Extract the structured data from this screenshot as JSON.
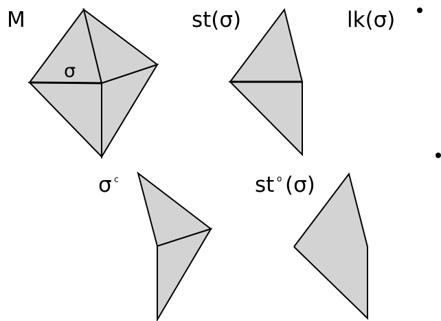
{
  "labels": {
    "M": "M",
    "sigma": "σ",
    "star": "st(σ)",
    "link": "lk(σ)",
    "complement": "σ",
    "complement_sup": "c",
    "open_star_prefix": "st",
    "open_star_sup": "o",
    "open_star_suffix": "(σ)"
  },
  "colors": {
    "face_fill": "#d3d3d3",
    "stroke": "#000000"
  }
}
